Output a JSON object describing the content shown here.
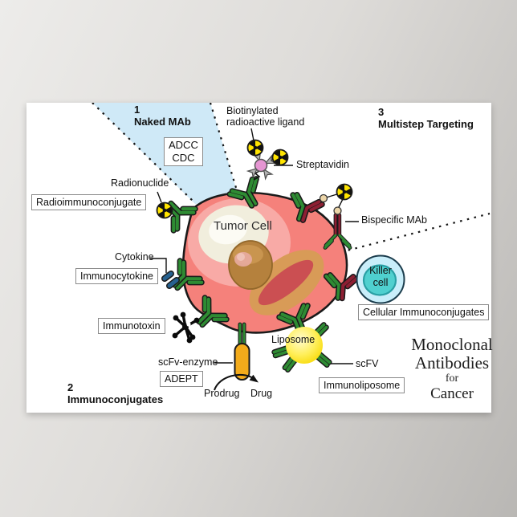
{
  "poster": {
    "sections": {
      "s1_num": "1",
      "s1_title": "Naked MAb",
      "s2_num": "2",
      "s2_title": "Immunoconjugates",
      "s3_num": "3",
      "s3_title": "Multistep Targeting"
    },
    "labels": {
      "adcc": "ADCC",
      "cdc": "CDC",
      "biotinylated_line1": "Biotinylated",
      "biotinylated_line2": "radioactive ligand",
      "streptavidin": "Streptavidin",
      "radionuclide": "Radionuclide",
      "radioimmunoconjugate": "Radioimmunoconjugate",
      "tumor_cell": "Tumor Cell",
      "bispecific_mab": "Bispecific MAb",
      "killer_line1": "Killer",
      "killer_line2": "cell",
      "cellular_immunoconjugates": "Cellular Immunoconjugates",
      "cytokine": "Cytokine",
      "immunocytokine": "Immunocytokine",
      "immunotoxin": "Immunotoxin",
      "scfv_enzyme": "scFv-enzyme",
      "adept": "ADEPT",
      "prodrug": "Prodrug",
      "drug": "Drug",
      "liposome": "Liposome",
      "scfv": "scFV",
      "immunoliposome": "Immunoliposome"
    },
    "title": {
      "line1": "Monoclonal",
      "line2": "Antibodies",
      "line3": "for",
      "line4": "Cancer"
    },
    "colors": {
      "green": "#2e8b33",
      "red": "#8e1f33",
      "wedge": "#cfe9f7",
      "cell": "#f5817b",
      "cell_light": "#f8aaa6",
      "cream": "#f1eedd",
      "cream_core": "#fcfbf4",
      "nucleus": "#b5813d",
      "tan": "#d89b57",
      "organelle": "#cb4f52",
      "liposome": "#ffe71f",
      "enzyme": "#f3ab1b",
      "killer_outer": "#c9eefa",
      "killer_inner": "#4fd0cf",
      "cytokine": "#27618f",
      "rad_yellow": "#ffe400",
      "strept_pink": "#e595d2",
      "hapten": "#ecd5a8"
    }
  }
}
